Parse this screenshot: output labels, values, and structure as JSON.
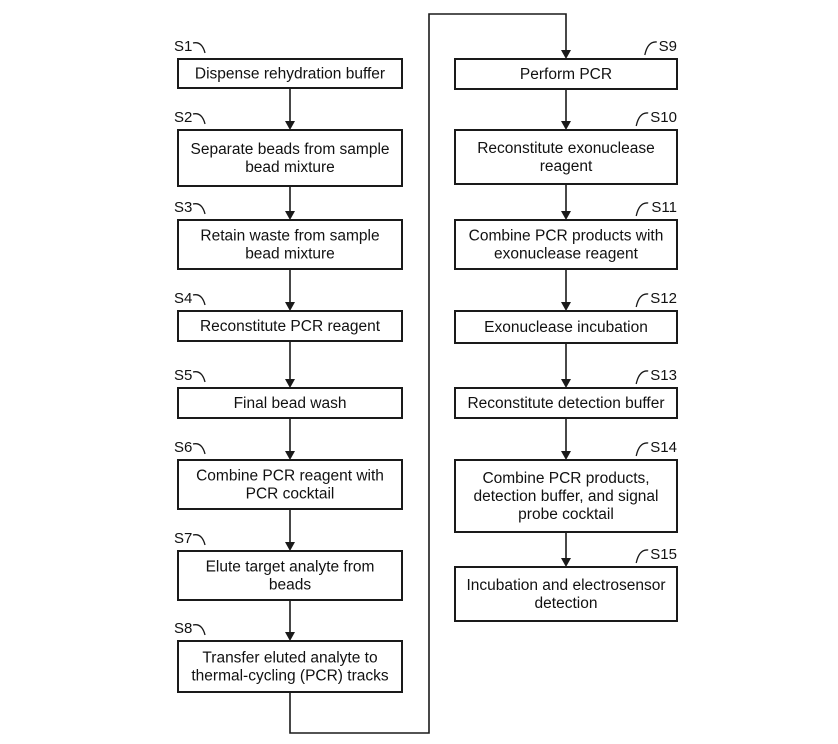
{
  "steps": [
    {
      "id": "S1",
      "lines": [
        "Dispense rehydration buffer"
      ]
    },
    {
      "id": "S2",
      "lines": [
        "Separate beads from sample",
        "bead mixture"
      ]
    },
    {
      "id": "S3",
      "lines": [
        "Retain waste from sample",
        "bead mixture"
      ]
    },
    {
      "id": "S4",
      "lines": [
        "Reconstitute PCR reagent"
      ]
    },
    {
      "id": "S5",
      "lines": [
        "Final bead wash"
      ]
    },
    {
      "id": "S6",
      "lines": [
        "Combine PCR reagent with",
        "PCR cocktail"
      ]
    },
    {
      "id": "S7",
      "lines": [
        "Elute target analyte from",
        "beads"
      ]
    },
    {
      "id": "S8",
      "lines": [
        "Transfer eluted analyte to",
        "thermal-cycling (PCR) tracks"
      ]
    },
    {
      "id": "S9",
      "lines": [
        "Perform PCR"
      ]
    },
    {
      "id": "S10",
      "lines": [
        "Reconstitute exonuclease",
        "reagent"
      ]
    },
    {
      "id": "S11",
      "lines": [
        "Combine PCR products with",
        "exonuclease reagent"
      ]
    },
    {
      "id": "S12",
      "lines": [
        "Exonuclease incubation"
      ]
    },
    {
      "id": "S13",
      "lines": [
        "Reconstitute detection buffer"
      ]
    },
    {
      "id": "S14",
      "lines": [
        "Combine PCR products,",
        "detection buffer, and signal",
        "probe cocktail"
      ]
    },
    {
      "id": "S15",
      "lines": [
        "Incubation and electrosensor",
        "detection"
      ]
    }
  ]
}
